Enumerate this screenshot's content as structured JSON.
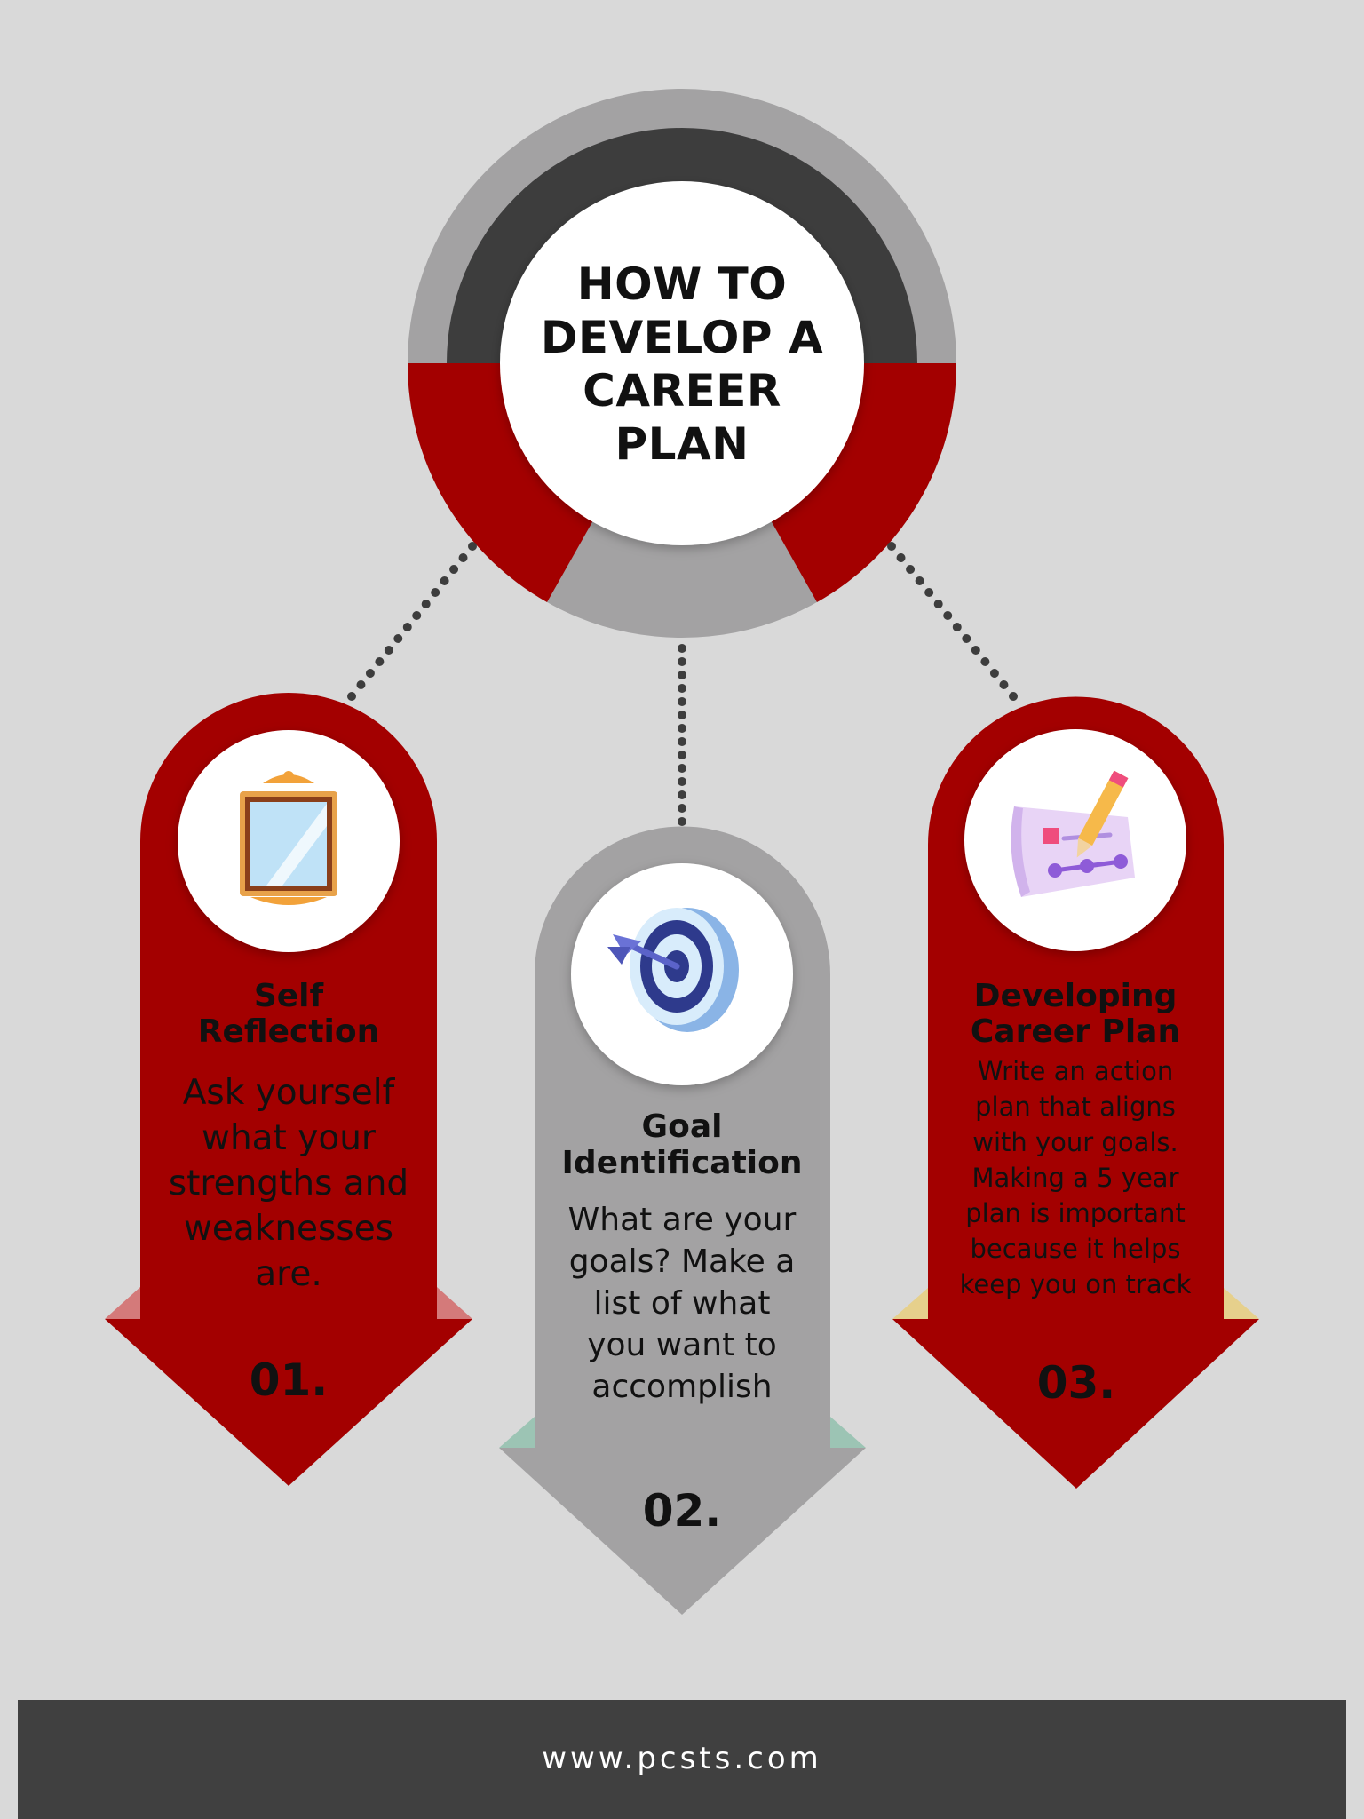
{
  "title": "HOW TO\nDEVELOP A\nCAREER\nPLAN",
  "colors": {
    "background": "#d9d9d9",
    "red": "#a30000",
    "gray": "#a3a2a3",
    "dark": "#3d3d3d",
    "white": "#ffffff"
  },
  "steps": [
    {
      "number": "01.",
      "heading": "Self\nReflection",
      "body": "Ask yourself\nwhat your\nstrengths and\nweaknesses\nare.",
      "icon": "mirror-icon",
      "color": "#a30000"
    },
    {
      "number": "02.",
      "heading": "Goal\nIdentification",
      "body": "What are your\ngoals? Make a\nlist of what\nyou want to\naccomplish",
      "icon": "target-icon",
      "color": "#a3a2a3"
    },
    {
      "number": "03.",
      "heading": "Developing\nCareer Plan",
      "body": "Write an action\nplan that aligns\nwith your goals.\nMaking a 5 year\nplan is important\nbecause  it helps\nkeep you on track",
      "icon": "plan-pencil-icon",
      "color": "#a30000"
    }
  ],
  "footer": {
    "url": "www.pcsts.com"
  }
}
